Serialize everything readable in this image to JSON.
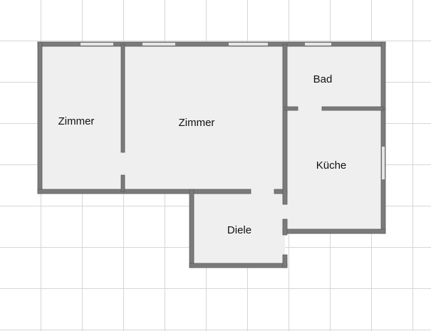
{
  "colors": {
    "floor": "#efefef",
    "wall": "#7b7b7b",
    "wall_edge": "#5d5d5d",
    "window": "#e6e6e6",
    "grid": "#d6d6d6"
  },
  "rooms": [
    {
      "name": "Zimmer"
    },
    {
      "name": "Zimmer"
    },
    {
      "name": "Bad"
    },
    {
      "name": "Küche"
    },
    {
      "name": "Diele"
    }
  ]
}
